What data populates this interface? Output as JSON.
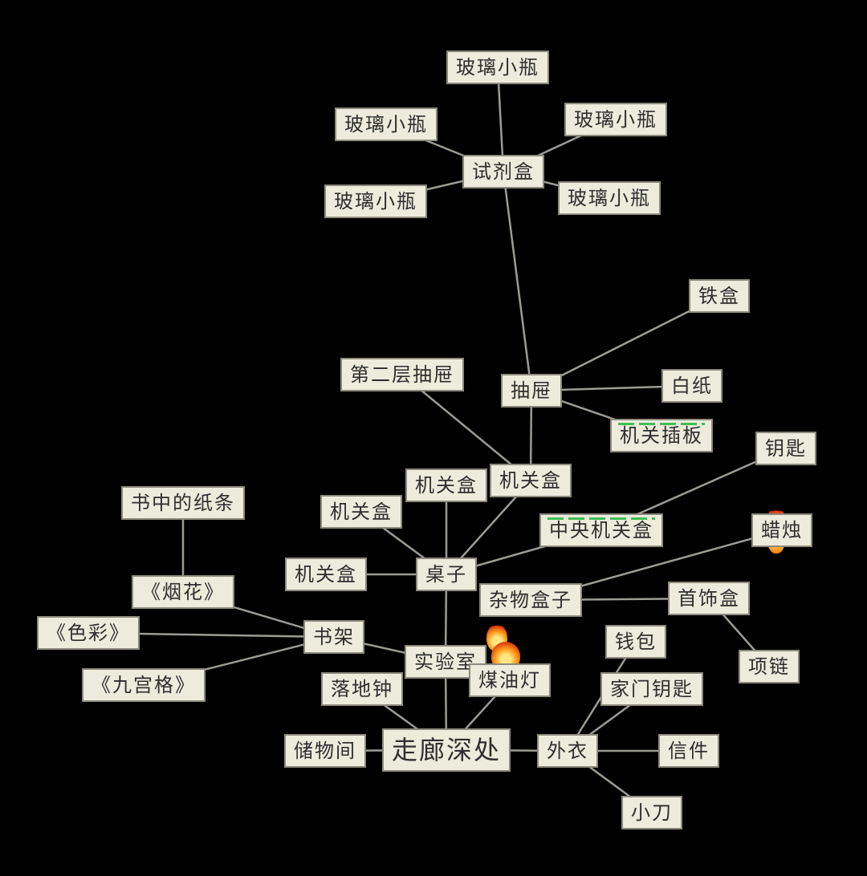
{
  "nodes": [
    {
      "id": "vial_top",
      "label": "玻璃小瓶"
    },
    {
      "id": "vial_left1",
      "label": "玻璃小瓶"
    },
    {
      "id": "vial_right1",
      "label": "玻璃小瓶"
    },
    {
      "id": "reagent_box",
      "label": "试剂盒"
    },
    {
      "id": "vial_left2",
      "label": "玻璃小瓶"
    },
    {
      "id": "vial_right2",
      "label": "玻璃小瓶"
    },
    {
      "id": "iron_box",
      "label": "铁盒"
    },
    {
      "id": "second_drawer",
      "label": "第二层抽屉"
    },
    {
      "id": "drawer",
      "label": "抽屉"
    },
    {
      "id": "white_paper",
      "label": "白纸"
    },
    {
      "id": "mech_plate",
      "label": "机关插板"
    },
    {
      "id": "key",
      "label": "钥匙"
    },
    {
      "id": "mech_box_upper",
      "label": "机关盒"
    },
    {
      "id": "mech_box_mid",
      "label": "机关盒"
    },
    {
      "id": "note_in_book",
      "label": "书中的纸条"
    },
    {
      "id": "mech_box_left",
      "label": "机关盒"
    },
    {
      "id": "central_mech_box",
      "label": "中央机关盒"
    },
    {
      "id": "candle",
      "label": "蜡烛"
    },
    {
      "id": "table",
      "label": "桌子"
    },
    {
      "id": "mech_box_far",
      "label": "机关盒"
    },
    {
      "id": "fireworks",
      "label": "《烟花》"
    },
    {
      "id": "sundries_box",
      "label": "杂物盒子"
    },
    {
      "id": "jewelry_box",
      "label": "首饰盒"
    },
    {
      "id": "colors",
      "label": "《色彩》"
    },
    {
      "id": "bookshelf",
      "label": "书架"
    },
    {
      "id": "wallet",
      "label": "钱包"
    },
    {
      "id": "necklace",
      "label": "项链"
    },
    {
      "id": "lab",
      "label": "实验室"
    },
    {
      "id": "nine_palace",
      "label": "《九宫格》"
    },
    {
      "id": "kerosene_lamp",
      "label": "煤油灯"
    },
    {
      "id": "floor_clock",
      "label": "落地钟"
    },
    {
      "id": "house_key",
      "label": "家门钥匙"
    },
    {
      "id": "storeroom",
      "label": "储物间"
    },
    {
      "id": "corridor",
      "label": "走廊深处"
    },
    {
      "id": "coat",
      "label": "外衣"
    },
    {
      "id": "letter",
      "label": "信件"
    },
    {
      "id": "knife",
      "label": "小刀"
    }
  ],
  "edges": [
    [
      "vial_top",
      "reagent_box"
    ],
    [
      "vial_left1",
      "reagent_box"
    ],
    [
      "vial_right1",
      "reagent_box"
    ],
    [
      "vial_left2",
      "reagent_box"
    ],
    [
      "vial_right2",
      "reagent_box"
    ],
    [
      "reagent_box",
      "drawer"
    ],
    [
      "drawer",
      "iron_box"
    ],
    [
      "drawer",
      "white_paper"
    ],
    [
      "drawer",
      "mech_plate"
    ],
    [
      "drawer",
      "mech_box_upper"
    ],
    [
      "second_drawer",
      "mech_box_upper"
    ],
    [
      "mech_box_upper",
      "table"
    ],
    [
      "mech_box_mid",
      "table"
    ],
    [
      "mech_box_left",
      "table"
    ],
    [
      "mech_box_far",
      "table"
    ],
    [
      "central_mech_box",
      "table"
    ],
    [
      "key",
      "central_mech_box"
    ],
    [
      "candle",
      "sundries_box"
    ],
    [
      "sundries_box",
      "jewelry_box"
    ],
    [
      "jewelry_box",
      "necklace"
    ],
    [
      "table",
      "lab"
    ],
    [
      "note_in_book",
      "fireworks"
    ],
    [
      "fireworks",
      "bookshelf"
    ],
    [
      "colors",
      "bookshelf"
    ],
    [
      "nine_palace",
      "bookshelf"
    ],
    [
      "bookshelf",
      "lab"
    ],
    [
      "lab",
      "corridor"
    ],
    [
      "floor_clock",
      "corridor"
    ],
    [
      "kerosene_lamp",
      "corridor"
    ],
    [
      "storeroom",
      "corridor"
    ],
    [
      "corridor",
      "coat"
    ],
    [
      "coat",
      "wallet"
    ],
    [
      "coat",
      "house_key"
    ],
    [
      "coat",
      "letter"
    ],
    [
      "coat",
      "knife"
    ]
  ],
  "colors": {
    "background": "#000000",
    "node_fill": "#ecebdc",
    "node_border": "#8c8a7c",
    "node_text": "#2e2e2e",
    "edge": "#9c9c94",
    "progress_bar": "#3fbf55",
    "flame": "#ff9a1a"
  },
  "icons": {
    "flame": "flame-icon"
  },
  "central_node": "corridor",
  "flame_nodes": [
    "candle",
    "kerosene_lamp"
  ],
  "barred_nodes": [
    "mech_plate",
    "central_mech_box"
  ]
}
